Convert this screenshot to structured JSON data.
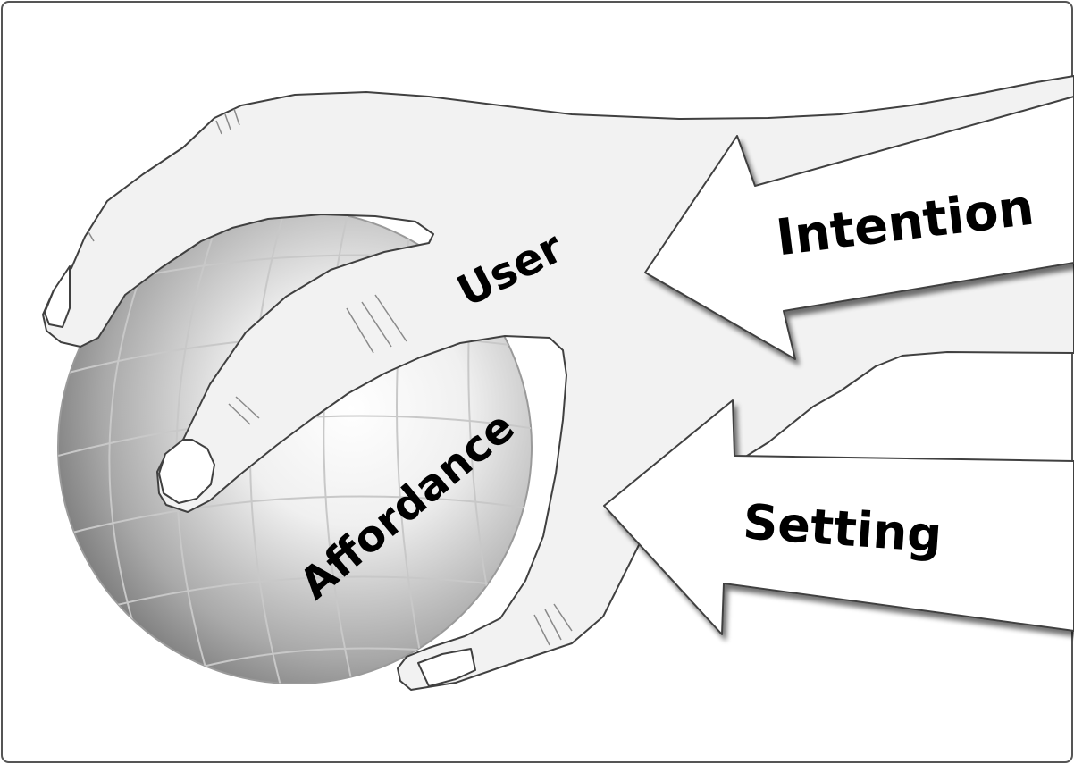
{
  "labels": {
    "user": "User",
    "intention": "Intention",
    "affordance": "Affordance",
    "setting": "Setting"
  },
  "colors": {
    "outline": "#404040",
    "skin": "#f2f2f2",
    "arrow_fill": "#ffffff",
    "frame": "#555555",
    "globe_dark": "#6e6e6e",
    "globe_light": "#ffffff",
    "grid": "#c8c8c8"
  },
  "icons": {
    "hand": "hand-icon",
    "globe": "globe-icon",
    "arrow_intention": "arrow-left-icon",
    "arrow_setting": "arrow-left-icon"
  }
}
